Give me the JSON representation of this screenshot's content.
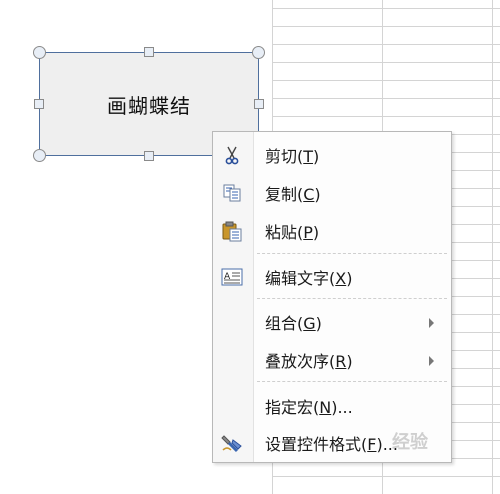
{
  "shape": {
    "label": "画蝴蝶结"
  },
  "menu": {
    "items": [
      {
        "name": "cut",
        "label": "剪切(",
        "key": "T",
        "suffix": ")",
        "icon": "scissors-icon"
      },
      {
        "name": "copy",
        "label": "复制(",
        "key": "C",
        "suffix": ")",
        "icon": "copy-icon"
      },
      {
        "name": "paste",
        "label": "粘贴(",
        "key": "P",
        "suffix": ")",
        "icon": "paste-icon"
      },
      {
        "name": "edit-text",
        "label": "编辑文字(",
        "key": "X",
        "suffix": ")",
        "icon": "edit-text-icon"
      },
      {
        "name": "group",
        "label": "组合(",
        "key": "G",
        "suffix": ")",
        "submenu": true
      },
      {
        "name": "order",
        "label": "叠放次序(",
        "key": "R",
        "suffix": ")",
        "submenu": true
      },
      {
        "name": "assign-macro",
        "label": "指定宏(",
        "key": "N",
        "suffix": ")..."
      },
      {
        "name": "format-control",
        "label": "设置控件格式(",
        "key": "F",
        "suffix": ")...",
        "icon": "format-control-icon"
      }
    ]
  },
  "watermark": "经验",
  "colors": {
    "shape_border": "#4f6f9d",
    "shape_fill": "#efefef",
    "menu_bg": "#fdfdfd"
  }
}
